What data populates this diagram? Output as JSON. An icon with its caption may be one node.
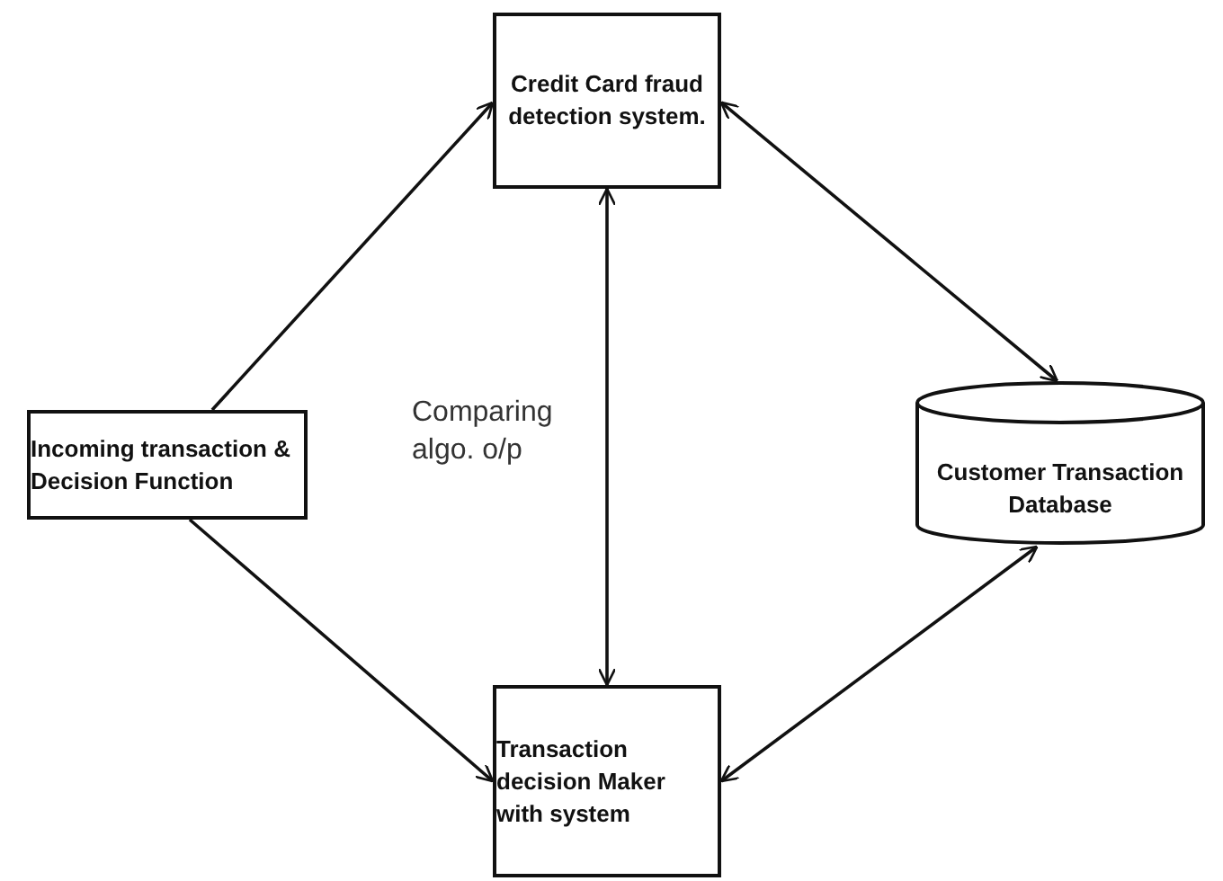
{
  "diagram": {
    "nodes": [
      {
        "text": [
          "Credit Card fraud detection system."
        ]
      },
      {
        "text": [
          "Incoming transaction & Decision Function"
        ]
      },
      {
        "text": [
          "Customer Transaction Database"
        ]
      },
      {
        "text": [
          "Transaction decision Maker with system"
        ]
      }
    ],
    "edges": [
      {
        "from": 1,
        "to": 0,
        "arrow": "to"
      },
      {
        "from": 0,
        "to": 3,
        "arrow": "both",
        "label": "Comparing algo. o/p"
      },
      {
        "from": 0,
        "to": 2,
        "arrow": "both"
      },
      {
        "from": 1,
        "to": 3,
        "arrow": "to"
      },
      {
        "from": 3,
        "to": 2,
        "arrow": "both"
      }
    ]
  }
}
